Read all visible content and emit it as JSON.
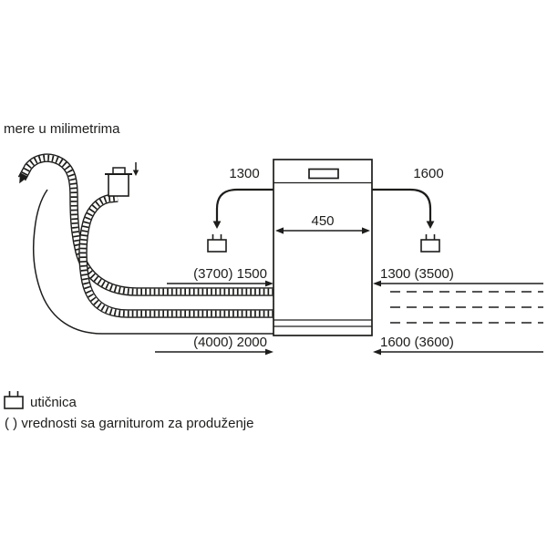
{
  "title": "mere u milimetrima",
  "dimensions": {
    "left_socket_height": "1300",
    "right_socket_height": "1600",
    "appliance_width": "450",
    "drain_hose_length": "(3700) 1500",
    "right_supply_length": "1300 (3500)",
    "power_cord_length": "(4000) 2000",
    "right_cord_length": "1600 (3600)"
  },
  "legend": {
    "socket_label": "utičnica",
    "note": "( ) vrednosti sa garniturom za produženje"
  },
  "colors": {
    "line": "#1d1d1b",
    "background": "#ffffff"
  }
}
